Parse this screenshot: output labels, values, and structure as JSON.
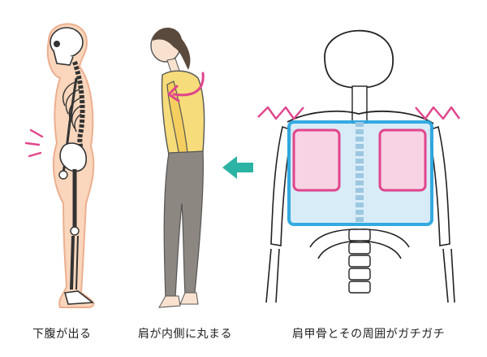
{
  "captions": {
    "belly": "下腹が出る",
    "shoulders": "肩が内側に丸まる",
    "scapula": "肩甲骨とその周囲がガチガチ"
  },
  "colors": {
    "accent_pink": "#e0458c",
    "tension_fill": "#f7d3e3",
    "box_border": "#2aa6e0",
    "box_fill": "#d6ecf8",
    "arrow": "#2bb3a3",
    "shirt": "#f6dc7a",
    "leggings": "#8d8781",
    "body_aura": "#f8cfb1",
    "skin": "#f8e2cf"
  },
  "icons": {
    "arrow": "arrow-left-icon",
    "curved_arrow": "curved-arrow-icon",
    "tension": "zigzag-tension-icon"
  }
}
